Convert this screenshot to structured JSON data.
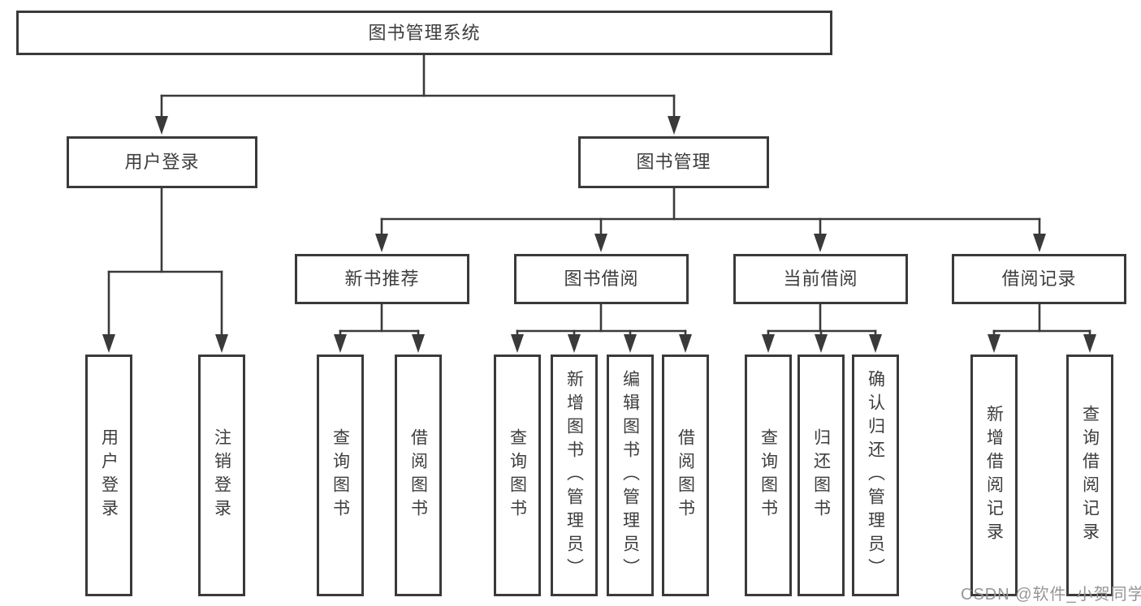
{
  "diagram": {
    "title": "图书管理系统",
    "colors": {
      "line": "#3a3a3a",
      "border": "#3a3a3a",
      "text": "#3d3d3d",
      "node_background": "#ffffff",
      "watermark_text": "#969696"
    },
    "nodes": {
      "root": "图书管理系统",
      "user_login": "用户登录",
      "book_management": "图书管理",
      "new_book_recommend": "新书推荐",
      "book_borrow": "图书借阅",
      "current_borrow": "当前借阅",
      "borrow_records": "借阅记录",
      "leaf_user_login": "用户登录",
      "leaf_logout": "注销登录",
      "leaf_nb_query_book": "查询图书",
      "leaf_nb_borrow_book": "借阅图书",
      "leaf_bb_query_book": "查询图书",
      "leaf_bb_add_book": "新增图书（管理员）",
      "leaf_bb_edit_book": "编辑图书（管理员）",
      "leaf_bb_borrow_book": "借阅图书",
      "leaf_cb_query_book": "查询图书",
      "leaf_cb_return_book": "归还图书",
      "leaf_cb_confirm_return": "确认归还（管理员）",
      "leaf_br_add_record": "新增借阅记录",
      "leaf_br_query_record": "查询借阅记录"
    },
    "tree": {
      "root": [
        "user_login",
        "book_management"
      ],
      "user_login": [
        "leaf_user_login",
        "leaf_logout"
      ],
      "book_management": [
        "new_book_recommend",
        "book_borrow",
        "current_borrow",
        "borrow_records"
      ],
      "new_book_recommend": [
        "leaf_nb_query_book",
        "leaf_nb_borrow_book"
      ],
      "book_borrow": [
        "leaf_bb_query_book",
        "leaf_bb_add_book",
        "leaf_bb_edit_book",
        "leaf_bb_borrow_book"
      ],
      "current_borrow": [
        "leaf_cb_query_book",
        "leaf_cb_return_book",
        "leaf_cb_confirm_return"
      ],
      "borrow_records": [
        "leaf_br_add_record",
        "leaf_br_query_record"
      ]
    },
    "watermark": "CSDN @软件_小贺同学"
  }
}
